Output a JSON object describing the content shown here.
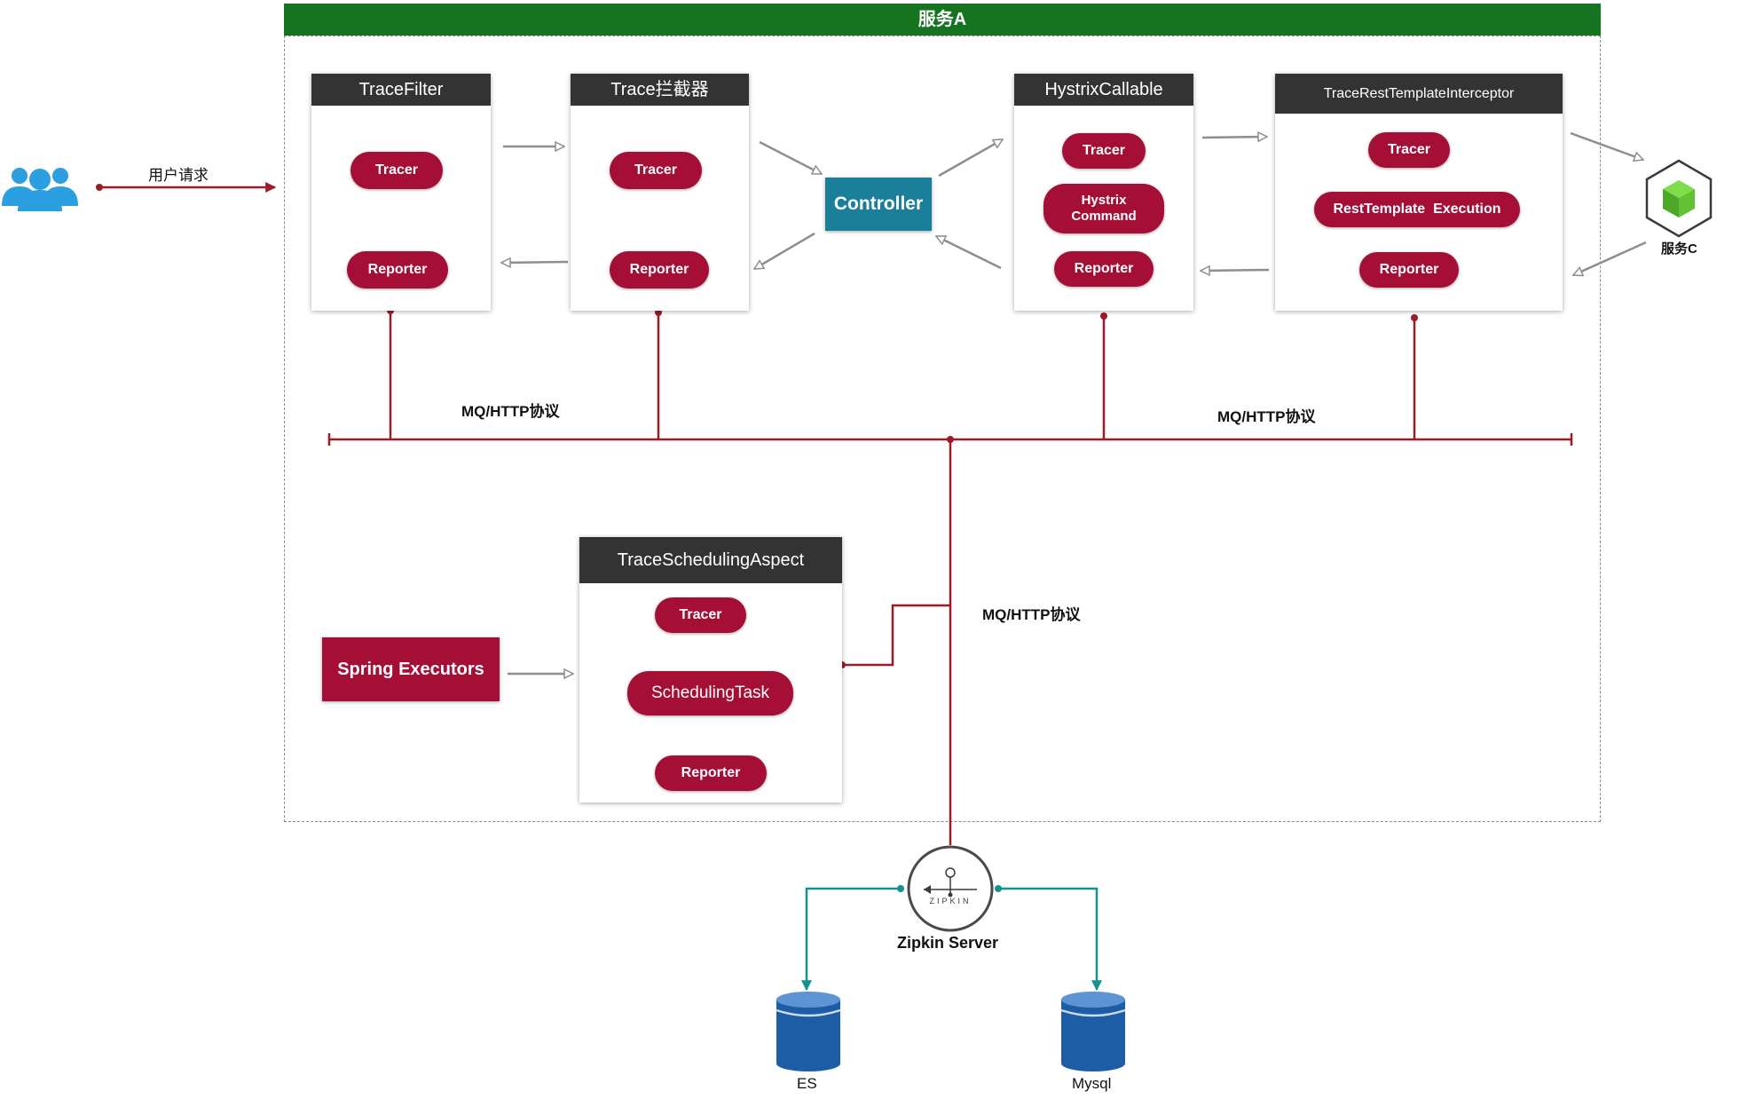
{
  "service_a_title": "服务A",
  "user_request_label": "用户请求",
  "service_c_label": "服务C",
  "cards": {
    "trace_filter": {
      "title": "TraceFilter",
      "tracer": "Tracer",
      "reporter": "Reporter"
    },
    "trace_interceptor": {
      "title": "Trace拦截器",
      "tracer": "Tracer",
      "reporter": "Reporter"
    },
    "hystrix_callable": {
      "title": "HystrixCallable",
      "tracer": "Tracer",
      "hystrix_command": "Hystrix\nCommand",
      "reporter": "Reporter"
    },
    "rest_template_interceptor": {
      "title": "TraceRestTemplateInterceptor",
      "tracer": "Tracer",
      "execution": "RestTemplate  Execution",
      "reporter": "Reporter"
    },
    "scheduling_aspect": {
      "title": "TraceSchedulingAspect",
      "tracer": "Tracer",
      "scheduling_task": "SchedulingTask",
      "reporter": "Reporter"
    }
  },
  "controller_label": "Controller",
  "spring_executors_label": "Spring Executors",
  "protocol_labels": {
    "left": "MQ/HTTP协议",
    "right": "MQ/HTTP协议",
    "vertical": "MQ/HTTP协议"
  },
  "zipkin": {
    "logo_text": "ZIPKIN",
    "label": "Zipkin Server"
  },
  "storage": {
    "es": "ES",
    "mysql": "Mysql"
  },
  "colors": {
    "banner_green": "#16731f",
    "crimson": "#a50f36",
    "card_header": "#333333",
    "controller_teal": "#1b7f9a",
    "bus_red": "#9b1b26",
    "teal_link": "#13928f",
    "user_blue": "#2b9fe0",
    "db_blue": "#1d5da6",
    "cube_green": "#57c02c"
  },
  "icons": [
    "users-icon",
    "cube-icon",
    "zipkin-logo-icon",
    "database-icon"
  ]
}
